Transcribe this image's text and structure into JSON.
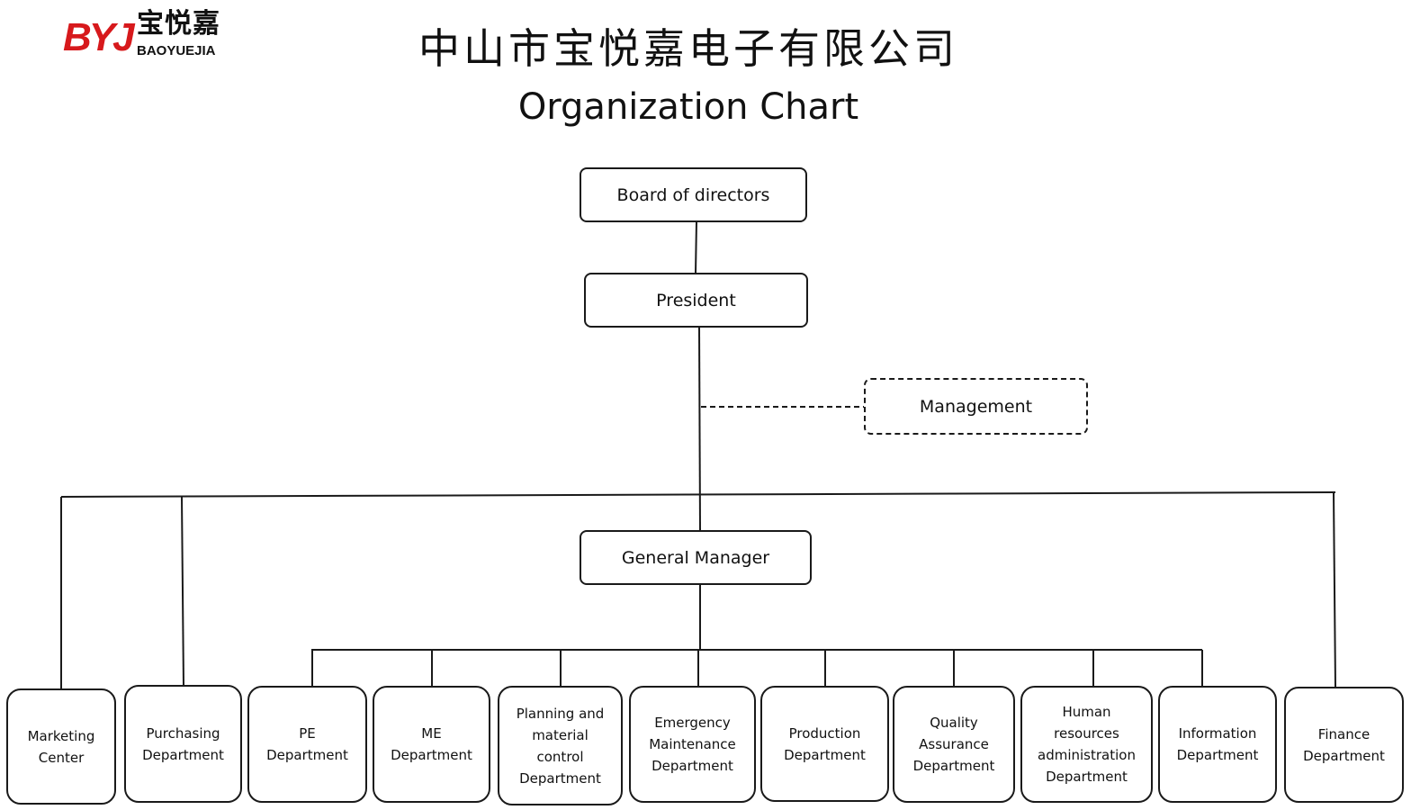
{
  "logo": {
    "mark": "BYJ",
    "cn": "宝悦嘉",
    "en": "BAOYUEJIA"
  },
  "title_cn": "中山市宝悦嘉电子有限公司",
  "title_en": "Organization Chart",
  "nodes": {
    "board": "Board of directors",
    "president": "President",
    "management": "Management",
    "gm": "General Manager"
  },
  "departments": {
    "marketing": "Marketing Center",
    "purchasing": "Purchasing Department",
    "pe": "PE Department",
    "me": "ME Department",
    "planning": "Planning and material control Department",
    "emergency": "Emergency Maintenance Department",
    "production": "Production Department",
    "qa": "Quality Assurance Department",
    "hr": "Human resources administration Department",
    "information": "Information Department",
    "finance": "Finance Department"
  },
  "colors": {
    "brand": "#d7191c",
    "line": "#1a1a1a"
  }
}
